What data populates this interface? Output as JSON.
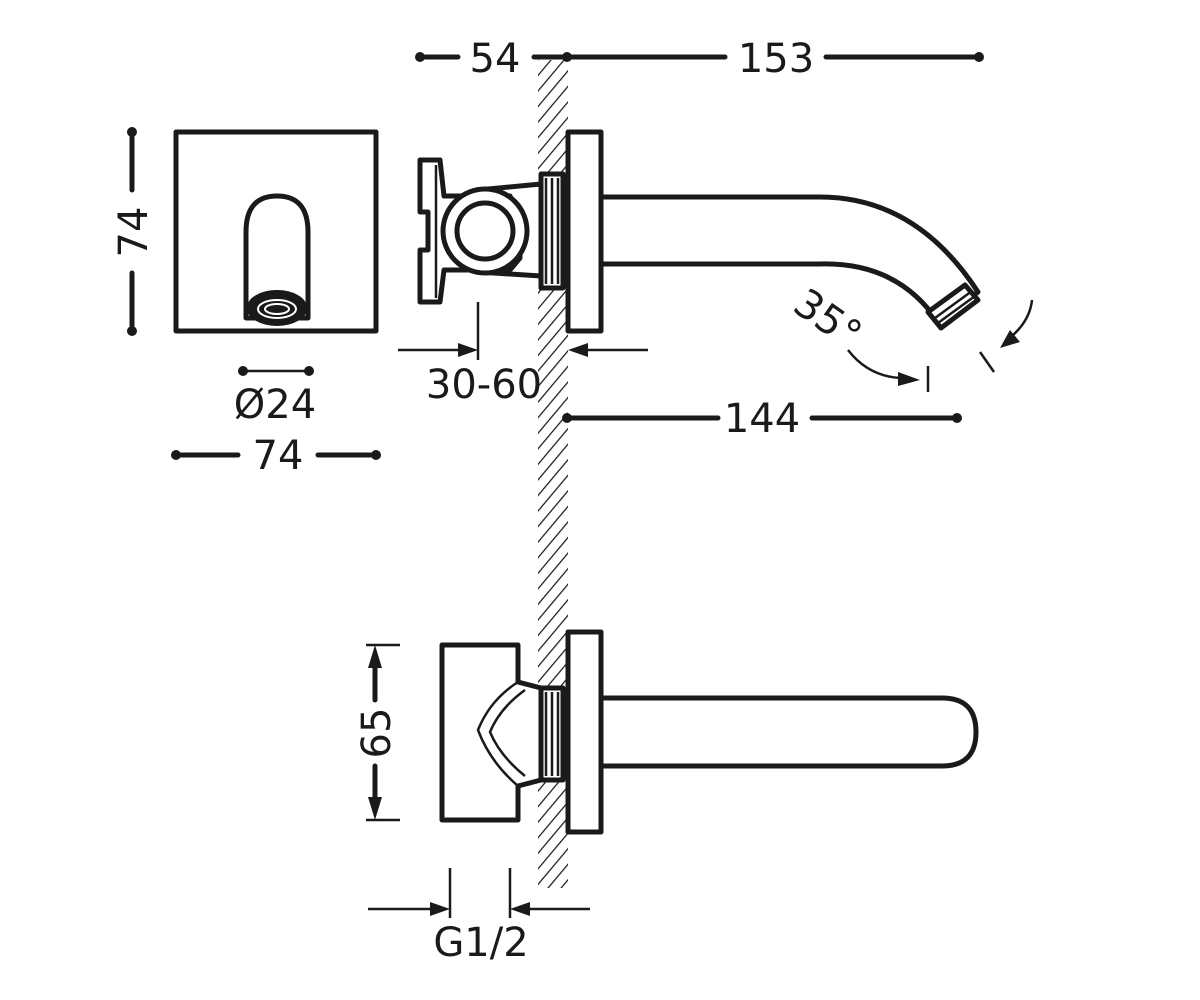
{
  "dimensions": {
    "front_height": "74",
    "front_width": "74",
    "outlet_diameter": "Ø24",
    "handle_projection": "54",
    "spout_projection": "153",
    "wall_thickness_range": "30-60",
    "outlet_reach": "144",
    "spout_angle": "35°",
    "bottom_height": "65",
    "thread_size": "G1/2"
  },
  "colors": {
    "line": "#1a1a1a",
    "background": "#ffffff"
  }
}
